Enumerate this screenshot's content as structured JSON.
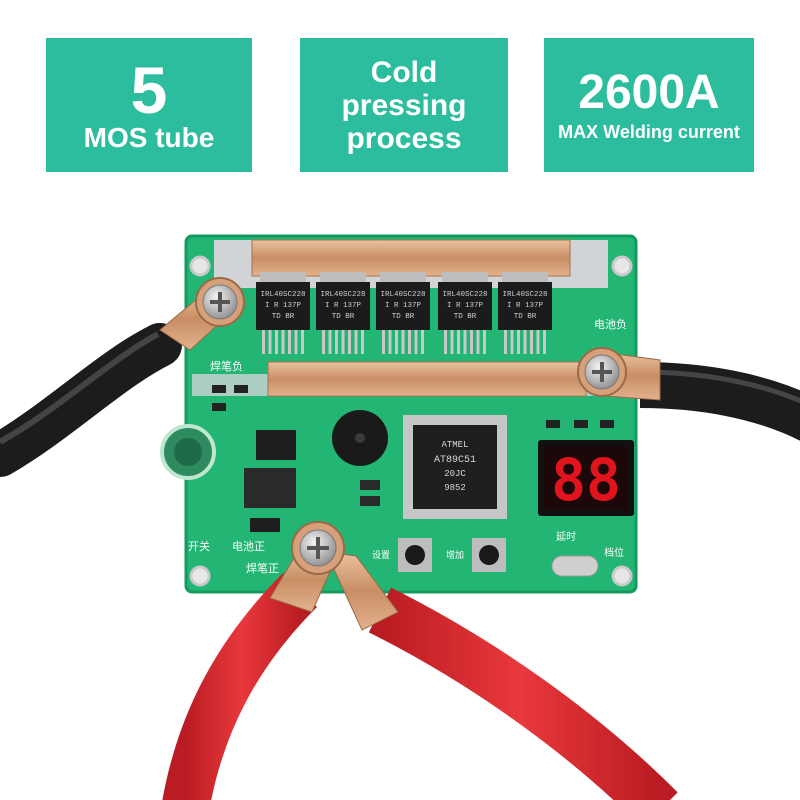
{
  "badges": [
    {
      "big": "5",
      "small": "MOS tube"
    },
    {
      "lines": [
        "Cold",
        "pressing",
        "process"
      ]
    },
    {
      "big": "2600A",
      "small": "MAX Welding current"
    }
  ],
  "chips": {
    "mosfet_line1": "IRL40SC228",
    "mosfet_line2": "I R  137P",
    "mosfet_line3": "TD     BR",
    "mcu_brand": "ATMEL",
    "mcu_model": "AT89C51",
    "mcu_code1": "20JC",
    "mcu_code2": "9852"
  },
  "display": {
    "digits": "88",
    "color": "#e1141e"
  },
  "silkscreen": {
    "battery_neg": "电池负",
    "pen_neg": "焊笔负",
    "switch": "开关",
    "battery_pos": "电池正",
    "pen_pos": "焊笔正",
    "settings": "设置",
    "increase": "增加",
    "delay": "延时",
    "gear": "档位"
  },
  "colors": {
    "badge_bg": "#2bbd9e",
    "pcb": "#22b573",
    "red_cable": "#d7262c",
    "black_cable": "#1c1c1c",
    "copper": "#d8a27a"
  }
}
